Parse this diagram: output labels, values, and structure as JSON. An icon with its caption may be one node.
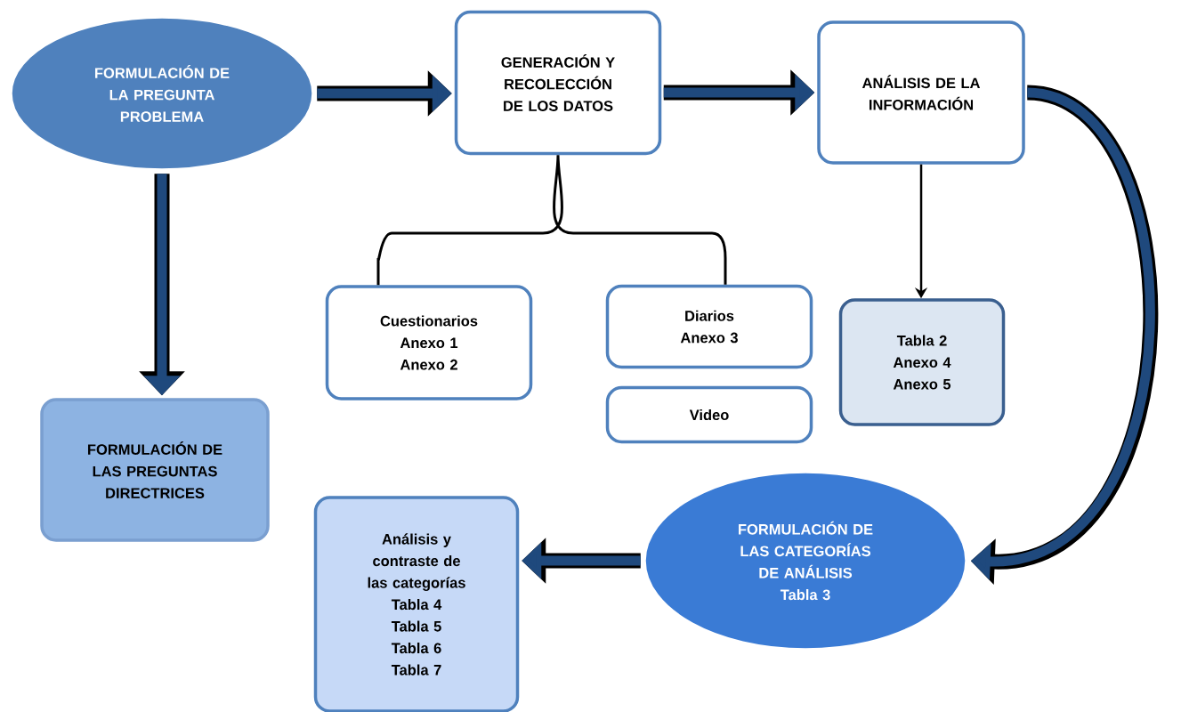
{
  "diagram": {
    "nodes": [
      {
        "text": [
          "FORMULACIÓN DE LA PREGUNTA PROBLEMA"
        ]
      },
      {
        "text": [
          "GENERACIÓN Y RECOLECCIÓN DE LOS DATOS"
        ]
      },
      {
        "text": [
          "ANÁLISIS DE LA INFORMACIÓN"
        ]
      },
      {
        "text": [
          "Cuestionarios",
          "Anexo 1",
          "Anexo 2"
        ]
      },
      {
        "text": [
          "Diarios",
          "Anexo 3"
        ]
      },
      {
        "text": [
          "Video"
        ]
      },
      {
        "text": [
          "Tabla 2",
          "Anexo 4",
          "Anexo 5"
        ]
      },
      {
        "text": [
          "FORMULACIÓN DE LAS PREGUNTAS DIRECTRICES"
        ]
      },
      {
        "text": [
          "Análisis y contraste de las categorías",
          "Tabla 4",
          "Tabla 5",
          "Tabla 6",
          "Tabla 7"
        ]
      },
      {
        "text": [
          "FORMULACIÓN DE LAS CATEGORÍAS DE ANÁLISIS",
          "Tabla 3"
        ]
      }
    ],
    "edges": [
      {
        "from": 0,
        "to": 1,
        "arrow": "to"
      },
      {
        "from": 1,
        "to": 2,
        "arrow": "to"
      },
      {
        "from": 0,
        "to": 7,
        "arrow": "to"
      },
      {
        "from": 2,
        "to": 6,
        "arrow": "to",
        "color": "#000000"
      },
      {
        "from": 2,
        "to": 9,
        "arrow": "to"
      },
      {
        "from": 1,
        "to": 3,
        "arrow": "none",
        "color": "#000000"
      },
      {
        "from": 1,
        "to": 4,
        "arrow": "none",
        "color": "#000000"
      },
      {
        "from": 9,
        "to": 8,
        "arrow": "to"
      }
    ]
  }
}
